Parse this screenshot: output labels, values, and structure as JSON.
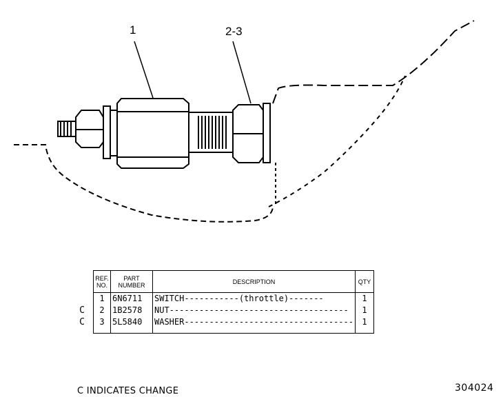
{
  "diagram": {
    "callouts": [
      "1",
      "2-3"
    ]
  },
  "parts_table": {
    "headers": {
      "ref_no": "REF. NO.",
      "part_number": "PART NUMBER",
      "description": "DESCRIPTION",
      "qty": "QTY"
    },
    "rows": [
      {
        "change": "",
        "ref": "1",
        "part": "6N6711",
        "description": "SWITCH-----------(throttle)-------",
        "qty": "1"
      },
      {
        "change": "C",
        "ref": "2",
        "part": "1B2578",
        "description": "NUT------------------------------------",
        "qty": "1"
      },
      {
        "change": "C",
        "ref": "3",
        "part": "5L5840",
        "description": "WASHER----------------------------------",
        "qty": "1"
      }
    ]
  },
  "footer": {
    "note": "C INDICATES CHANGE",
    "drawing_number": "304024"
  }
}
